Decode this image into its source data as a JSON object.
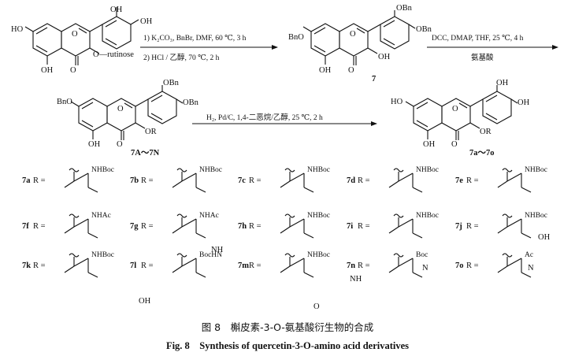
{
  "reaction1": {
    "step1": "1) K₂CO₃, BnBr, DMF, 60 ℃, 3 h",
    "step2": "2) HCl / 乙醇, 70 ℃, 2 h"
  },
  "reaction2": {
    "conditions": "DCC, DMAP, THF, 25 ℃, 4 h",
    "reagent": "氨基酸"
  },
  "reaction3": {
    "conditions": "H₂, Pd/C, 1,4-二恶烷/乙醇, 25 ℃, 2 h"
  },
  "compounds": {
    "rutin_label": "O—rutinose",
    "c7": "7",
    "c7AN": "7A～7N",
    "c7ao": "7a～7o"
  },
  "atoms": {
    "HO": "HO",
    "OH": "OH",
    "OBn": "OBn",
    "BnO": "BnO",
    "O": "O",
    "OR": "OR"
  },
  "r_groups": [
    {
      "label": "7a",
      "eq": "R =",
      "text": "NHBoc"
    },
    {
      "label": "7b",
      "eq": "R =",
      "text": "NHBoc"
    },
    {
      "label": "7c",
      "eq": "R =",
      "text": "NHBoc"
    },
    {
      "label": "7d",
      "eq": "R =",
      "text": "NHBoc"
    },
    {
      "label": "7e",
      "eq": "R =",
      "text": "NHBoc"
    },
    {
      "label": "7f",
      "eq": "R =",
      "text": "NHAc"
    },
    {
      "label": "7g",
      "eq": "R =",
      "text": "NHAc"
    },
    {
      "label": "7h",
      "eq": "R =",
      "text": "NHBoc"
    },
    {
      "label": "7i",
      "eq": "R =",
      "text": "NHBoc"
    },
    {
      "label": "7j",
      "eq": "R =",
      "text": "NHBoc"
    },
    {
      "label": "7k",
      "eq": "R =",
      "text": "NHBoc"
    },
    {
      "label": "7l",
      "eq": "R =",
      "text": "BocHN"
    },
    {
      "label": "7m",
      "eq": "R =",
      "text": "NHBoc"
    },
    {
      "label": "7n",
      "eq": "R =",
      "text": "Boc"
    },
    {
      "label": "7o",
      "eq": "R =",
      "text": "Ac"
    }
  ],
  "r_extra": {
    "k_OH": "OH",
    "j_OH": "OH",
    "l_NH": "NH",
    "m_NH": "NH",
    "m_O": "O",
    "n_N": "N",
    "o_N": "N"
  },
  "caption": {
    "cn": "图 8　槲皮素-3-O-氨基酸衍生物的合成",
    "en": "Fig. 8　Synthesis of quercetin-3-O-amino acid derivatives"
  }
}
